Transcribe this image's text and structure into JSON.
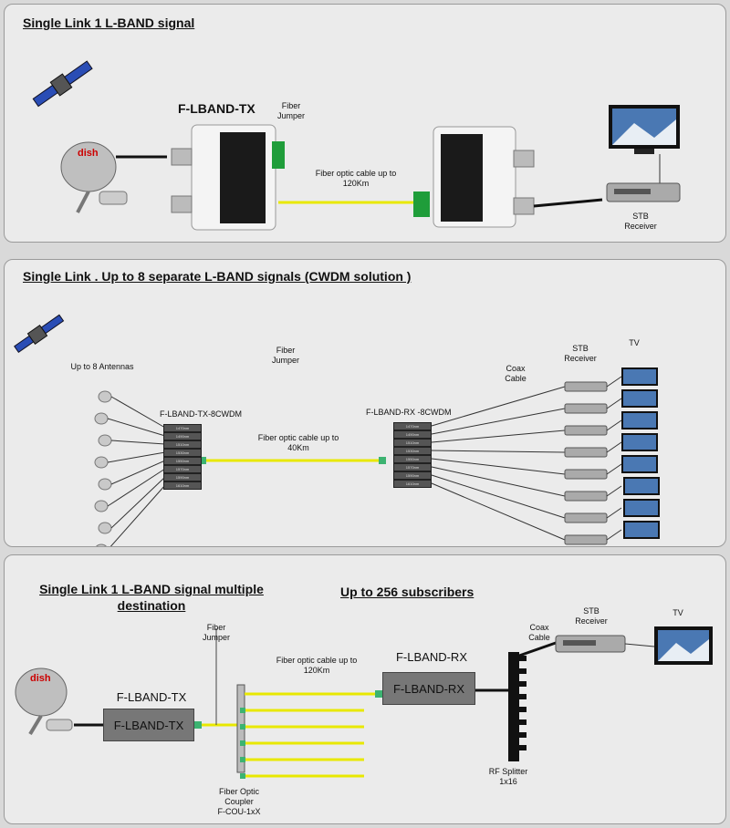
{
  "panel1": {
    "title": "Single Link  1 L-BAND signal",
    "tx_title": "F-LBAND-TX",
    "fiber_jumper": "Fiber\nJumper",
    "cable": "Fiber optic cable up to\n120Km",
    "stb": "STB\nReceiver",
    "dish_logo": "dish"
  },
  "panel2": {
    "title": "Single Link .  Up to 8 separate  L-BAND  signals (CWDM solution )",
    "antennas": "Up to 8 Antennas",
    "fiber_jumper": "Fiber\nJumper",
    "tx_label": "F-LBAND-TX-8CWDM",
    "rx_label": "F-LBAND-RX -8CWDM",
    "cable": "Fiber optic cable up to\n40Km",
    "coax": "Coax\nCable",
    "stb": "STB\nReceiver",
    "tv": "TV",
    "wavelengths": [
      "1470nm",
      "1490nm",
      "1510nm",
      "1530nm",
      "1550nm",
      "1570nm",
      "1590nm",
      "1610nm"
    ]
  },
  "panel3": {
    "title": "Single Link  1 L-BAND signal  multiple\ndestination",
    "subscribers": "Up to 256 subscribers",
    "tx_box": "F-LBAND-TX",
    "rx_box": "F-LBAND-RX",
    "fiber_jumper": "Fiber\nJumper",
    "cable": "Fiber optic cable up to\n120Km",
    "coupler": "Fiber Optic\nCoupler\nF-COU-1xX",
    "splitter": "RF Splitter\n1x16",
    "coax": "Coax\nCable",
    "stb": "STB\nReceiver",
    "tv": "TV",
    "dish_logo": "dish"
  }
}
